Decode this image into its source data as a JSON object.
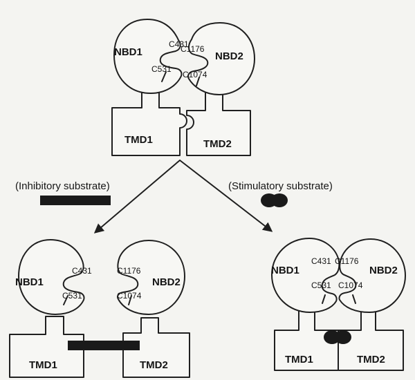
{
  "top": {
    "nbd1": "NBD1",
    "nbd2": "NBD2",
    "c431": "C431",
    "c531": "C531",
    "c1176": "C1176",
    "c1074": "C1074",
    "tmd1": "TMD1",
    "tmd2": "TMD2"
  },
  "left_branch": {
    "condition": "(Inhibitory substrate)",
    "nbd1": "NBD1",
    "nbd2": "NBD2",
    "c431": "C431",
    "c531": "C531",
    "c1176": "C1176",
    "c1074": "C1074",
    "tmd1": "TMD1",
    "tmd2": "TMD2"
  },
  "right_branch": {
    "condition": "(Stimulatory substrate)",
    "nbd1": "NBD1",
    "nbd2": "NBD2",
    "c431": "C431",
    "c531": "C531",
    "c1176": "C1176",
    "c1074": "C1074",
    "tmd1": "TMD1",
    "tmd2": "TMD2"
  },
  "colors": {
    "ink": "#1f1f1f",
    "substrate": "#1a1a1a",
    "paper": "#f4f4f1"
  }
}
